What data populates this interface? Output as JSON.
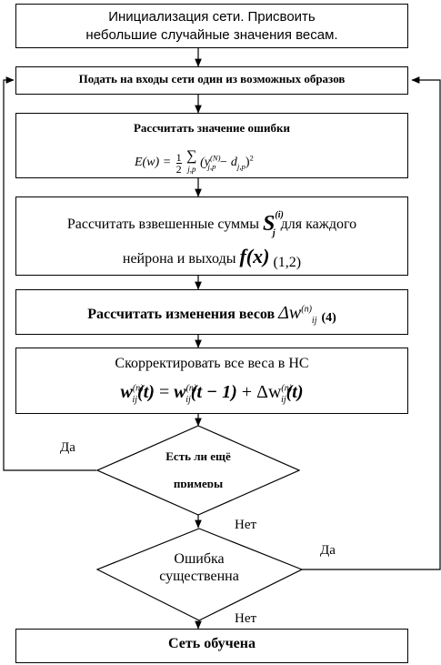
{
  "nodes": {
    "init": {
      "text": "Инициализация сети. Присвоить небольшие случайные значения весам."
    },
    "input": {
      "text": "Подать на входы сети один из возможных образов"
    },
    "error": {
      "title": "Рассчитать значение ошибки",
      "formula_lhs": "E(w) =",
      "frac_num": "1",
      "frac_den": "2",
      "sum": "∑",
      "sum_sub": "j,p",
      "formula_rhs": "(y",
      "formula_rhs_sup": "(N)",
      "formula_rhs_sub": "j,p",
      "formula_mid": " − d",
      "formula_mid_sub": "j,p",
      "formula_end": ")",
      "formula_end_sup": "2"
    },
    "sums": {
      "line1_pre": "Рассчитать взвешенные суммы",
      "s_symbol": "S",
      "s_sup": "(i)",
      "s_sub": "j",
      "line1_post": "для каждого",
      "line2_pre": "нейрона и выходы",
      "f_symbol": "f(x)",
      "line2_ref": "(1,2)"
    },
    "changes": {
      "text": "Рассчитать изменения весов",
      "symbol": "Δw",
      "sup": "(n)",
      "sub": "ij",
      "ref": "(4)"
    },
    "correct": {
      "line1": "Скорректировать все веса в НС",
      "w": "w",
      "sup": "(n)",
      "sub": "ij",
      "t": "(t)",
      "eq": " = ",
      "t_minus": "(t − 1)",
      "plus": " + Δw"
    },
    "more_examples": {
      "line1": "Есть ли ещё",
      "line2": "примеры"
    },
    "error_significant": {
      "line1": "Ошибка",
      "line2": "существенна"
    },
    "trained": {
      "text": "Сеть обучена"
    }
  },
  "edge_labels": {
    "more_yes": "Да",
    "more_no": "Нет",
    "error_yes": "Да",
    "error_no": "Нет"
  }
}
